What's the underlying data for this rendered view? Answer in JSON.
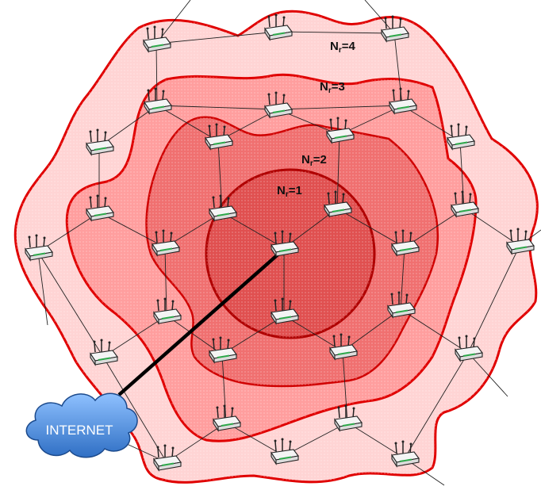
{
  "diagram": {
    "zone_labels": [
      {
        "base": "N",
        "sub": "r",
        "suffix": "=4"
      },
      {
        "base": "N",
        "sub": "r",
        "suffix": "=3"
      },
      {
        "base": "N",
        "sub": "r",
        "suffix": "=2"
      },
      {
        "base": "N",
        "sub": "r",
        "suffix": "=1"
      }
    ],
    "internet_label": "INTERNET",
    "colors": {
      "zone_outline": "#e00000",
      "zone_fill_outer": "#ffd6d6",
      "zone_fill_mid": "#ff9c9c",
      "zone_fill_inner": "#e85a5a",
      "center_circle_outline": "#b00000",
      "link_line": "#222222",
      "gateway_link": "#000000",
      "cloud_fill": "#3d85d8"
    },
    "icons": {
      "router": "wireless-router-icon",
      "cloud": "internet-cloud-icon"
    }
  }
}
